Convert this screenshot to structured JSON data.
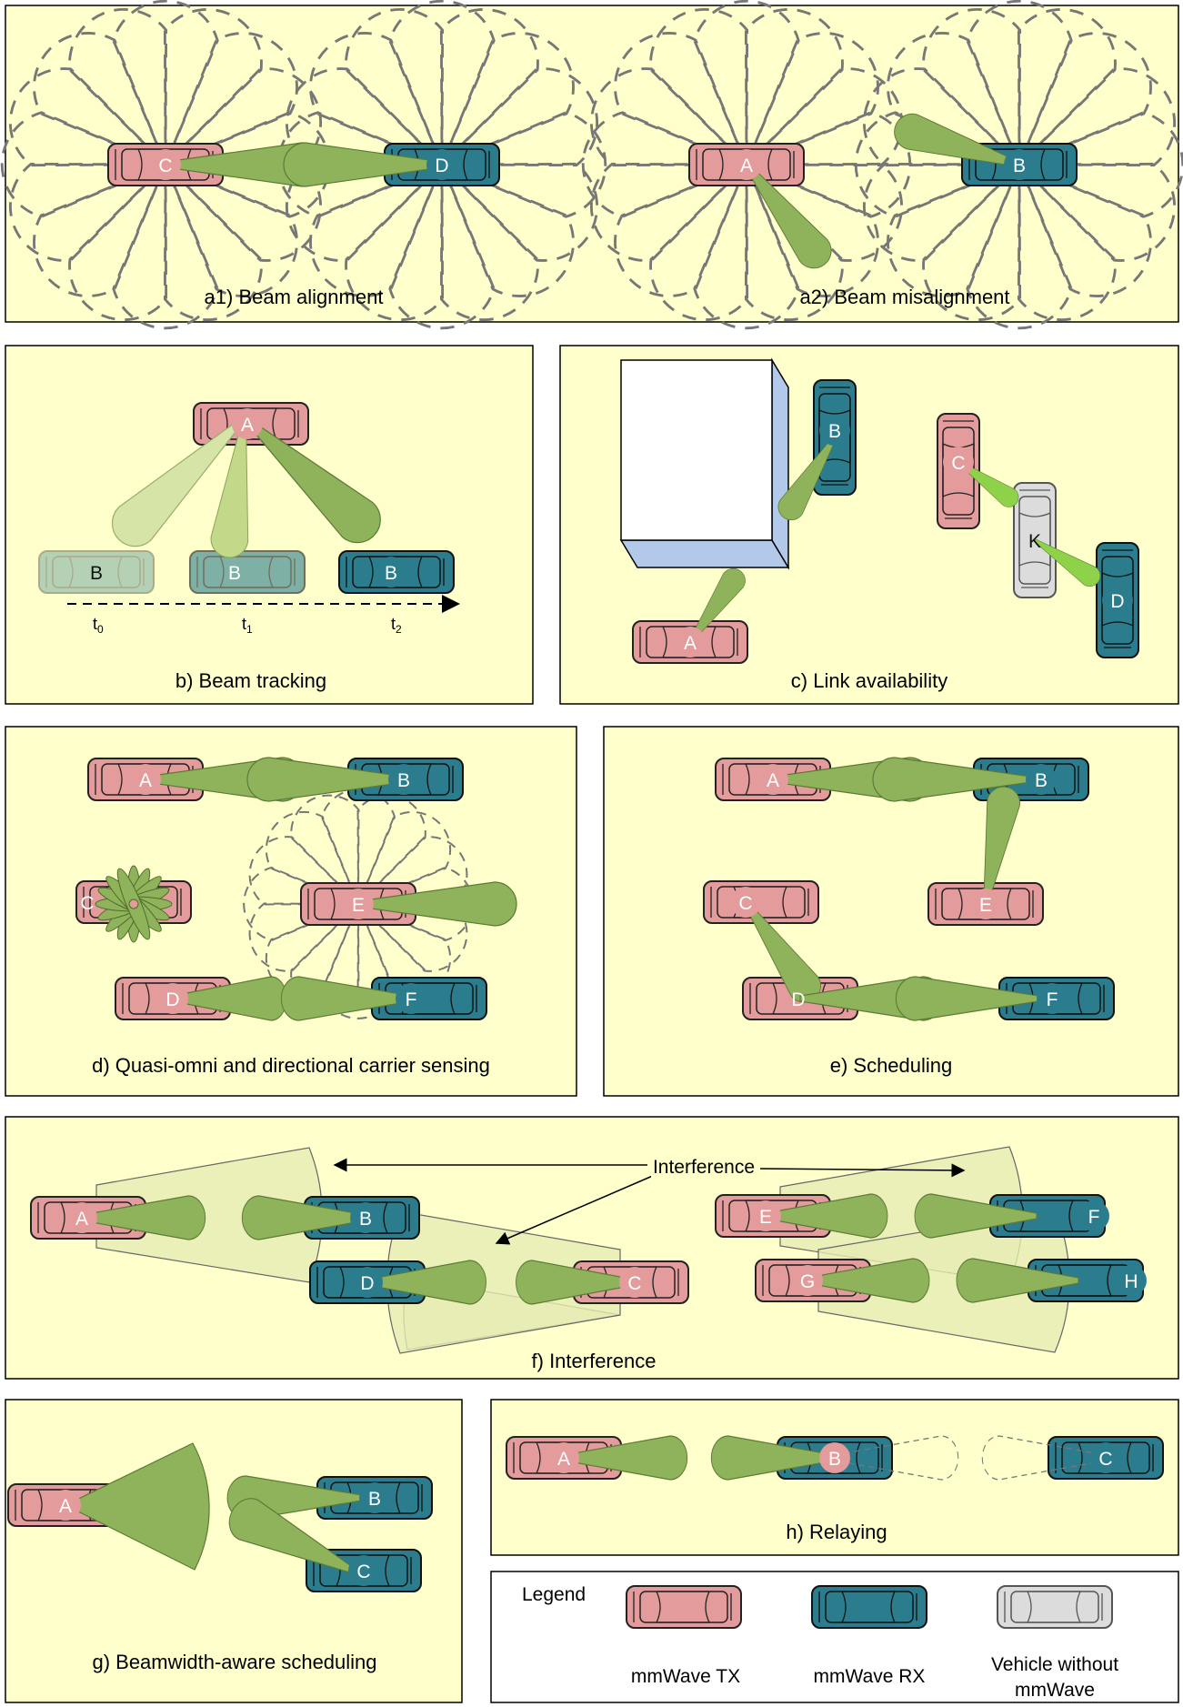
{
  "panels": {
    "a1": {
      "caption": "a1) Beam alignment",
      "tx_label": "C",
      "rx_label": "D"
    },
    "a2": {
      "caption": "a2) Beam misalignment",
      "tx_label": "A",
      "rx_label": "B"
    },
    "b": {
      "caption": "b) Beam tracking",
      "tx_label": "A",
      "rx_label": "B",
      "times": [
        "t",
        "t",
        "t"
      ],
      "time_subs": [
        "0",
        "1",
        "2"
      ]
    },
    "c": {
      "caption": "c) Link availability",
      "labels": [
        "A",
        "B",
        "C",
        "K",
        "D"
      ]
    },
    "d": {
      "caption": "d) Quasi-omni and directional carrier sensing",
      "labels": [
        "A",
        "B",
        "C",
        "E",
        "D",
        "F"
      ]
    },
    "e": {
      "caption": "e) Scheduling",
      "labels": [
        "A",
        "B",
        "C",
        "E",
        "D",
        "F"
      ]
    },
    "f": {
      "caption": "f) Interference",
      "annotation": "Interference",
      "labels": [
        "A",
        "B",
        "D",
        "C",
        "E",
        "F",
        "G",
        "H"
      ]
    },
    "g": {
      "caption": "g) Beamwidth-aware scheduling",
      "labels": [
        "A",
        "B",
        "C"
      ]
    },
    "h": {
      "caption": "h) Relaying",
      "labels": [
        "A",
        "B",
        "C"
      ]
    }
  },
  "legend": {
    "title": "Legend",
    "items": [
      "mmWave TX",
      "mmWave RX",
      "Vehicle without",
      "mmWave"
    ]
  },
  "colors": {
    "panel_bg": "#ffffcc",
    "tx_car": "#e39b9b",
    "rx_car": "#2b7d8e",
    "no_mmwave_car": "#dcdcdc",
    "beam": "#8eb35a",
    "beam_bright": "#8ed24a"
  }
}
